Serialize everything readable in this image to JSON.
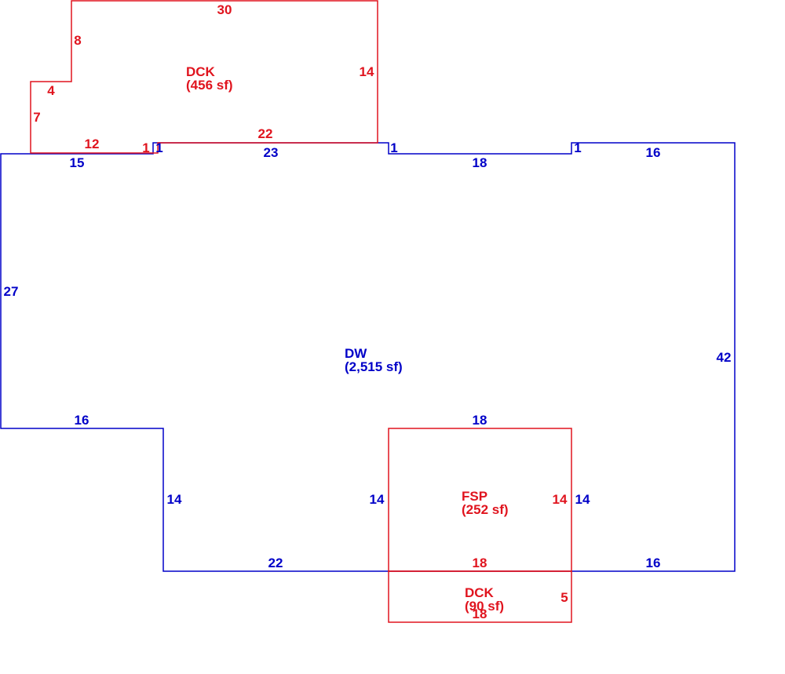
{
  "colors": {
    "dwelling": "#0000c8",
    "addition": "#e0141e"
  },
  "areas": {
    "dwelling": {
      "name": "DW",
      "size": "(2,515 sf)"
    },
    "deck_top": {
      "name": "DCK",
      "size": "(456 sf)"
    },
    "fsp": {
      "name": "FSP",
      "size": "(252 sf)"
    },
    "deck_bottom": {
      "name": "DCK",
      "size": "(90 sf)"
    }
  },
  "dims": {
    "dw_top_left": "15",
    "dw_step_1": "1",
    "dw_top_mid": "23",
    "dw_step_2": "1",
    "dw_top_18": "18",
    "dw_step_3": "1",
    "dw_top_right": "16",
    "dw_left": "27",
    "dw_right": "42",
    "dw_ledge": "16",
    "dw_inner_left": "14",
    "dw_bottom_left": "22",
    "dw_bottom_right": "16",
    "dw_fsp_left": "14",
    "dw_fsp_top": "18",
    "dw_fsp_right": "14",
    "dck_top": "30",
    "dck_8": "8",
    "dck_4": "4",
    "dck_7": "7",
    "dck_12": "12",
    "dck_1": "1",
    "dck_22": "22",
    "dck_14": "14",
    "fsp_right": "14",
    "fsp_bottom": "18",
    "dck2_5": "5",
    "dck2_bottom": "18"
  }
}
